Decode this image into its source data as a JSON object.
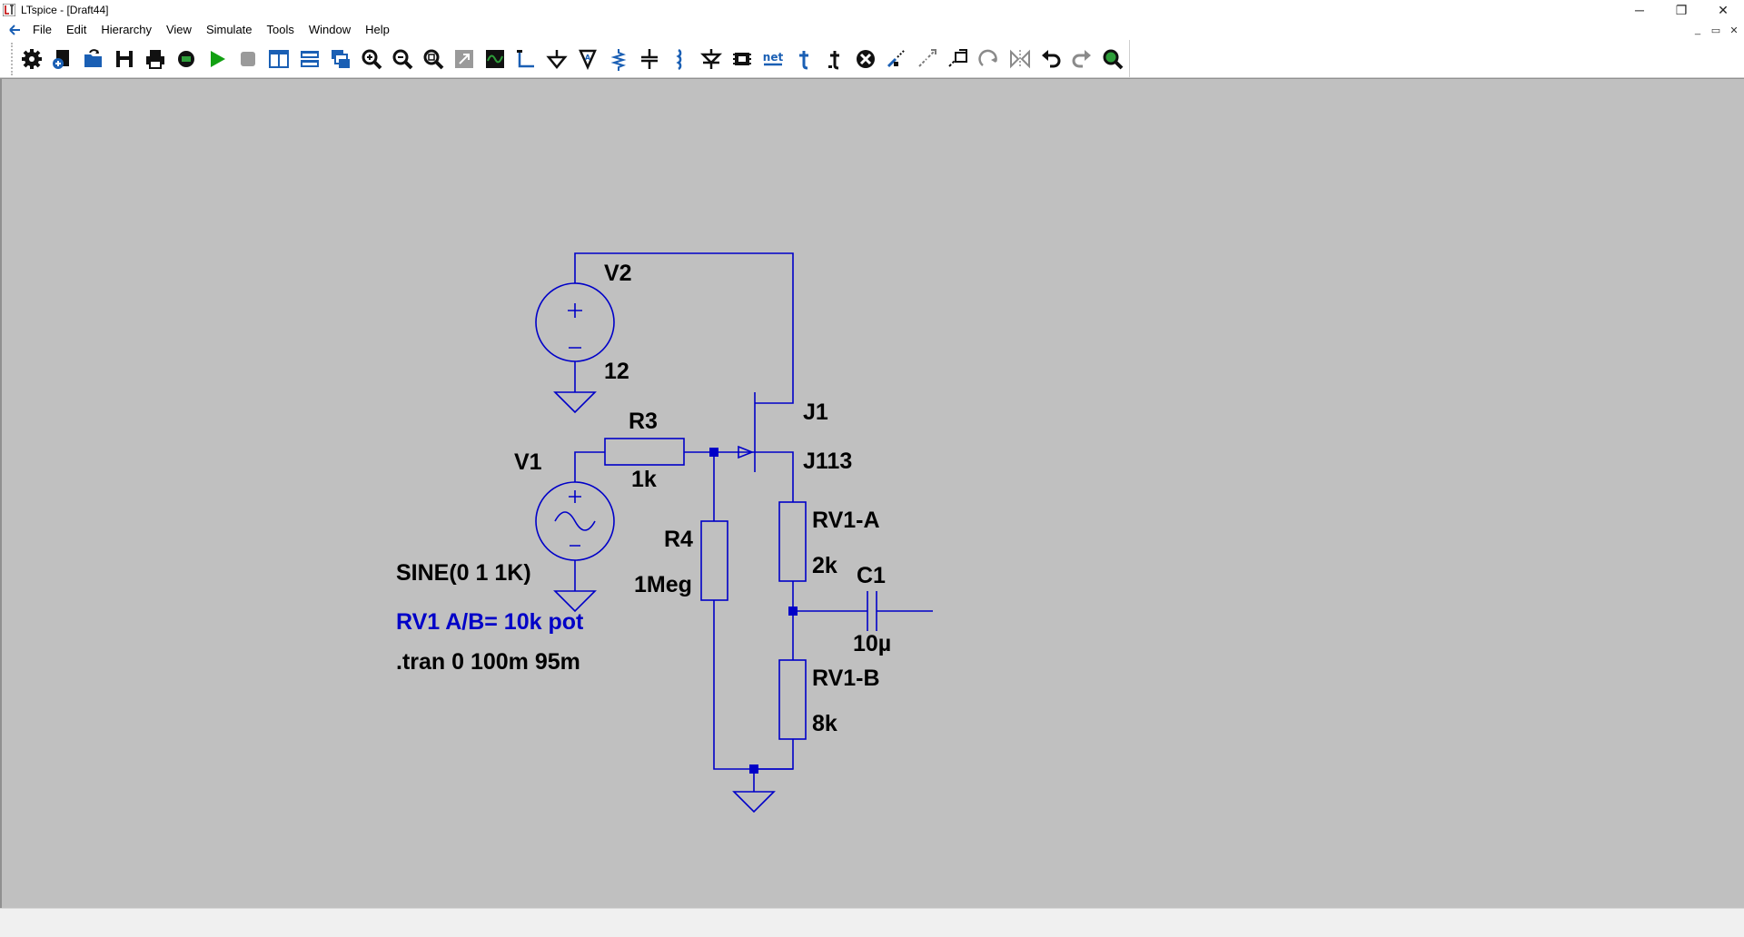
{
  "window": {
    "title": "LTspice - [Draft44]",
    "minimize": "─",
    "maximize": "❐",
    "close": "✕"
  },
  "menu": {
    "items": [
      "File",
      "Edit",
      "Hierarchy",
      "View",
      "Simulate",
      "Tools",
      "Window",
      "Help"
    ],
    "mdi_minimize": "_",
    "mdi_restore": "▭",
    "mdi_close": "✕"
  },
  "toolbar": {
    "net_label": "net"
  },
  "schematic": {
    "v2_name": "V2",
    "v2_value": "12",
    "j1_name": "J1",
    "j1_model": "J113",
    "r3_name": "R3",
    "r3_value": "1k",
    "v1_name": "V1",
    "v1_source": "SINE(0 1 1K)",
    "r4_name": "R4",
    "r4_value": "1Meg",
    "rv1a_name": "RV1-A",
    "rv1a_value": "2k",
    "c1_name": "C1",
    "c1_value": "10µ",
    "rv1b_name": "RV1-B",
    "rv1b_value": "8k",
    "comment": "RV1 A/B= 10k pot",
    "directive": ".tran 0 100m 95m"
  },
  "colors": {
    "wire": "#0000c8",
    "canvas": "#c0c0c0",
    "comment": "#0000c8"
  }
}
